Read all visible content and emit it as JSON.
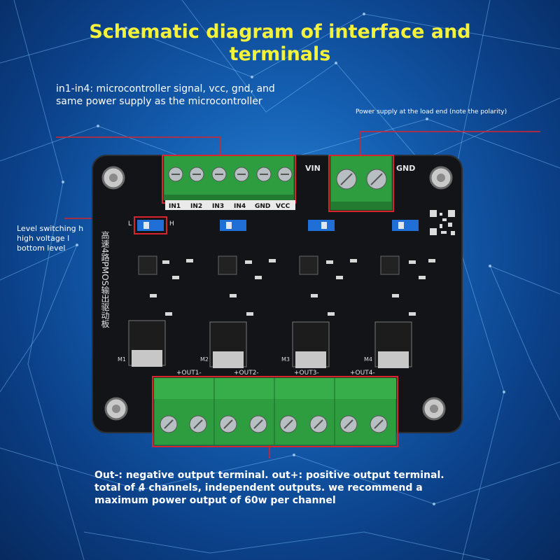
{
  "title": {
    "line1": "Schematic diagram of interface and",
    "line2": "terminals"
  },
  "annotations": {
    "inputs": "in1-in4: microcontroller signal, vcc, gnd, and same power supply as the microcontroller",
    "power": "Power supply at the load end (note the polarity)",
    "level": "Level switching h high voltage l bottom level",
    "outputs": {
      "line1": "Out-: negative output terminal. out+: positive output terminal.",
      "line2": "total of 4 channels, independent outputs. we recommend a",
      "line3": "maximum power output of 60w per channel"
    }
  },
  "board": {
    "input_pins": [
      "IN1",
      "IN2",
      "IN3",
      "IN4",
      "GND",
      "VCC"
    ],
    "power_pins": [
      "VIN",
      "GND"
    ],
    "jumper_labels": [
      "L",
      "H"
    ],
    "output_labels": [
      "+OUT1-",
      "+OUT2-",
      "+OUT3-",
      "+OUT4-"
    ],
    "module_text": "高速4路PMOS输出驱动板",
    "mosfets": [
      "M1",
      "M2",
      "M3",
      "M4"
    ]
  },
  "colors": {
    "title": "#f4f23a",
    "highlight": "#d9232d",
    "terminal_green": "#2e9d3f",
    "pcb": "#121417",
    "jumper": "#1f6fd6"
  }
}
